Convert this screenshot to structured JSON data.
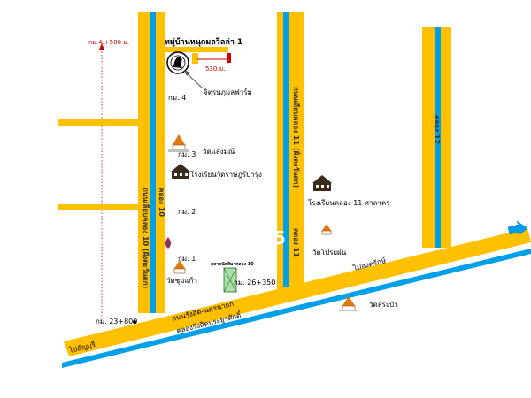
{
  "map": {
    "labels": {
      "village": "หมู่บ้านหนุกมลวิลล่า 1",
      "distance_530": "530 ม.",
      "farm": "จิตรนภุมลฟาร์ม",
      "km4": "กม. 4",
      "km3": "กม. 3",
      "wat_saengmani": "วัดแสงมณี",
      "school_ratburana": "โรงเรียนวัดราษฎร์บำรุง",
      "km2": "กม. 2",
      "km1": "กม. 1",
      "wat_chumkaew": "วัดชุมแก้ว",
      "khlong11_school": "โรงเรียนคลอง 11 ศาลาครุ",
      "wat_pradfon": "วัดโปรยฝน",
      "wat_sabua": "วัดสระบัว",
      "km_23_800": "กม. 23+800",
      "km_26_350": "กม. 26+350",
      "market": "ตลาดนัดสิมาคลอง 10",
      "to_thanyaburi": "ไปธัญบุรี",
      "to_ongkharak": "ไปองครักษ์",
      "road_rangsit_nakhonnayok": "ถนนรังสิต-นครนายก",
      "canal_rangsit_prayurasak": "คลองรังสิตประยูรศักดิ์",
      "road_khlong10": "ถนนเลียบคลอง 10 (ฝั่งตะวันตก)",
      "canal10": "คลอง 10",
      "road_khlong11": "ถนนเลียบคลอง 11 (ฝั่งตะวันตก)",
      "canal11": "คลอง 11",
      "canal12": "คลอง 12",
      "km_4_500": "กม.4.+500 ม.",
      "number_55": "55"
    },
    "colors": {
      "road": "#ffc000",
      "canal": "#00a0e8",
      "temple_roof": "#e07a10",
      "school": "#3a2a1a"
    }
  }
}
